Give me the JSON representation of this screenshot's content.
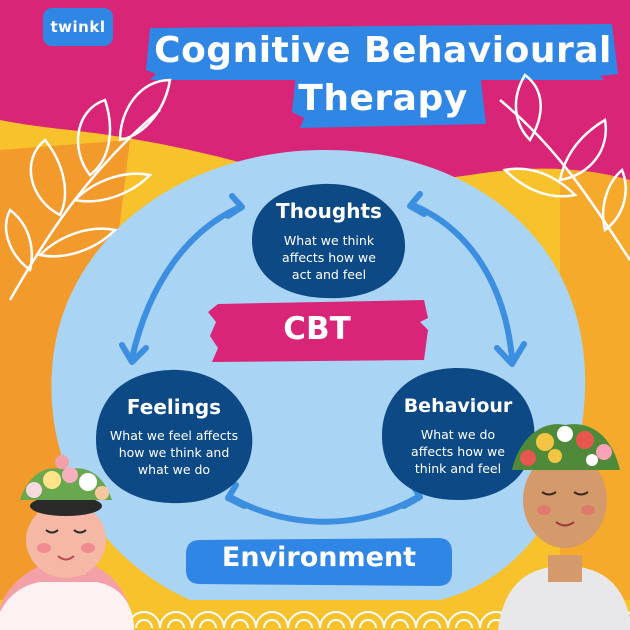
{
  "logo": {
    "text": "twinkl"
  },
  "title": {
    "line1": "Cognitive Behavioural",
    "line2": "Therapy"
  },
  "nodes": {
    "thoughts": {
      "title": "Thoughts",
      "desc1": "What we think",
      "desc2": "affects how we",
      "desc3": "act and feel"
    },
    "feelings": {
      "title": "Feelings",
      "desc1": "What we feel affects",
      "desc2": "how we think and",
      "desc3": "what we do"
    },
    "behaviour": {
      "title": "Behaviour",
      "desc1": "What we do",
      "desc2": "affects how we",
      "desc3": "think and feel"
    }
  },
  "center": {
    "label": "CBT"
  },
  "environment": {
    "label": "Environment"
  },
  "colors": {
    "yellow": "#f7c22b",
    "pink": "#d92578",
    "blue": "#2f86e4",
    "light_blue": "#a9d4f4",
    "navy": "#0d4a85",
    "arrow_blue": "#3c8ee0",
    "orange_corner": "#f39a2c"
  }
}
